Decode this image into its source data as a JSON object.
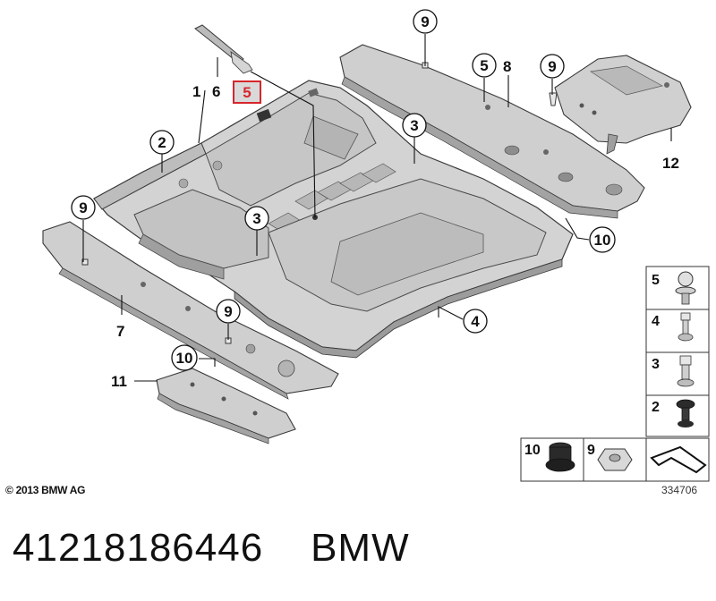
{
  "callouts": {
    "c1": "1",
    "c2": "2",
    "c3a": "3",
    "c3b": "3",
    "c4": "4",
    "c5a": "5",
    "c5b": "5",
    "c6": "6",
    "c7": "7",
    "c8": "8",
    "c9a": "9",
    "c9b": "9",
    "c9c": "9",
    "c9d": "9",
    "c10a": "10",
    "c10b": "10",
    "c11": "11",
    "c12": "12"
  },
  "legend": {
    "l5": "5",
    "l4": "4",
    "l3": "3",
    "l2": "2",
    "l10": "10",
    "l9": "9"
  },
  "colors": {
    "panel_fill": "#d4d4d4",
    "panel_dark": "#a9a9a9",
    "panel_shadow": "#8a8a8a",
    "outline": "#3a3a3a",
    "highlight_box": "#d6262c",
    "highlight_fill": "#d9d9d9"
  },
  "copyright": "© 2013 BMW AG",
  "figure_id": "334706",
  "caption": "41218186446    BMW"
}
